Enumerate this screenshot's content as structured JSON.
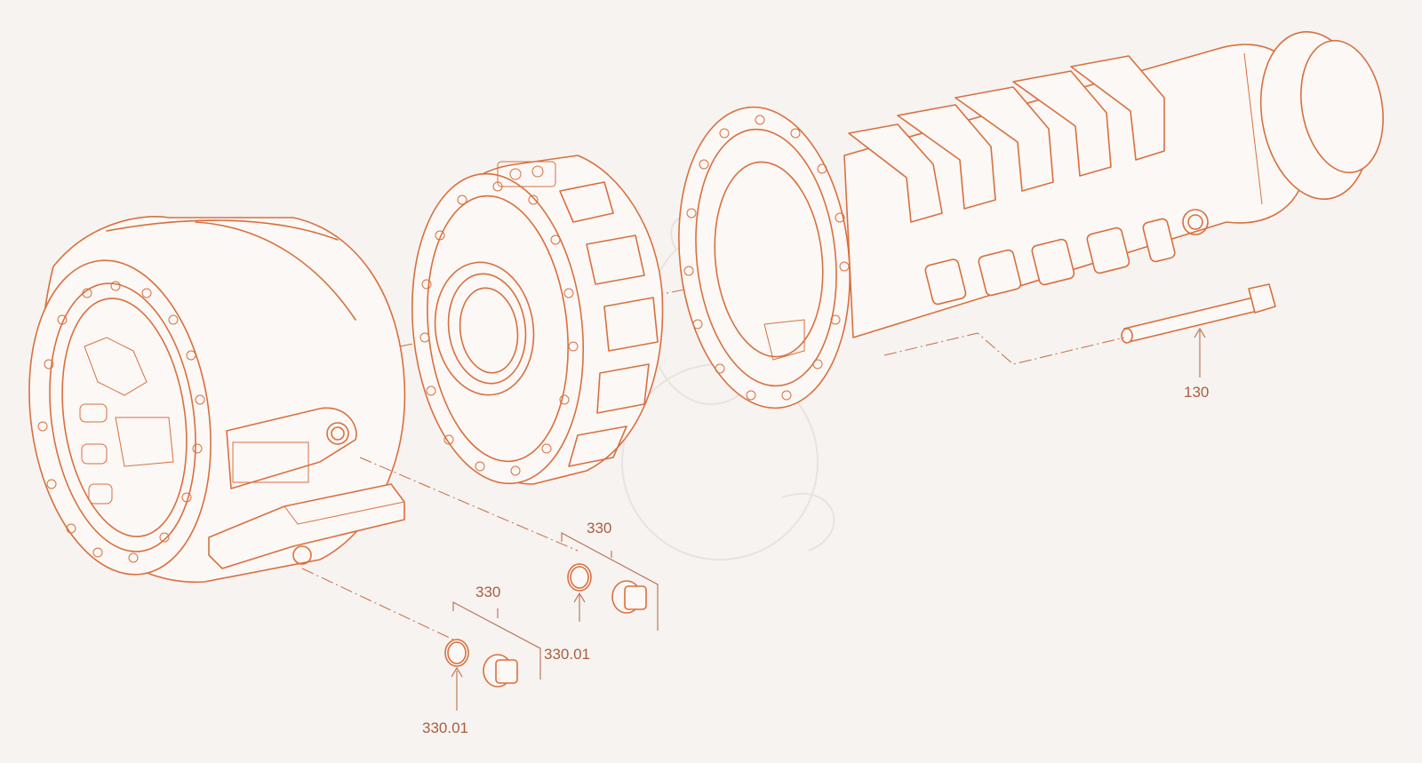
{
  "labels": {
    "pin": "130",
    "plug_group_right": "330",
    "plug_group_left": "330",
    "oring_right": "330.01",
    "oring_left": "330.01"
  },
  "colors": {
    "line": "#d9703e",
    "label": "#a85f3e",
    "background": "#f6f3f1"
  }
}
